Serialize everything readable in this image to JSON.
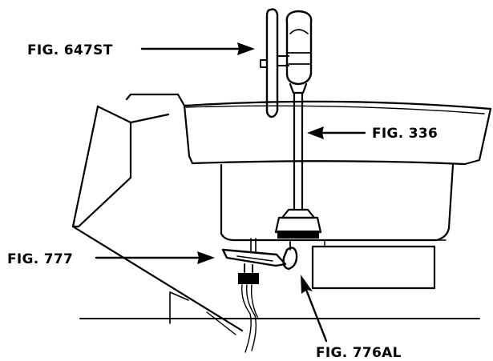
{
  "labels": {
    "fig_647st": "FIG. 647ST",
    "fig_336": "FIG. 336",
    "fig_777": "FIG. 777",
    "fig_776al": "FIG. 776AL"
  },
  "colors": {
    "ink": "#000000",
    "background": "#ffffff"
  }
}
